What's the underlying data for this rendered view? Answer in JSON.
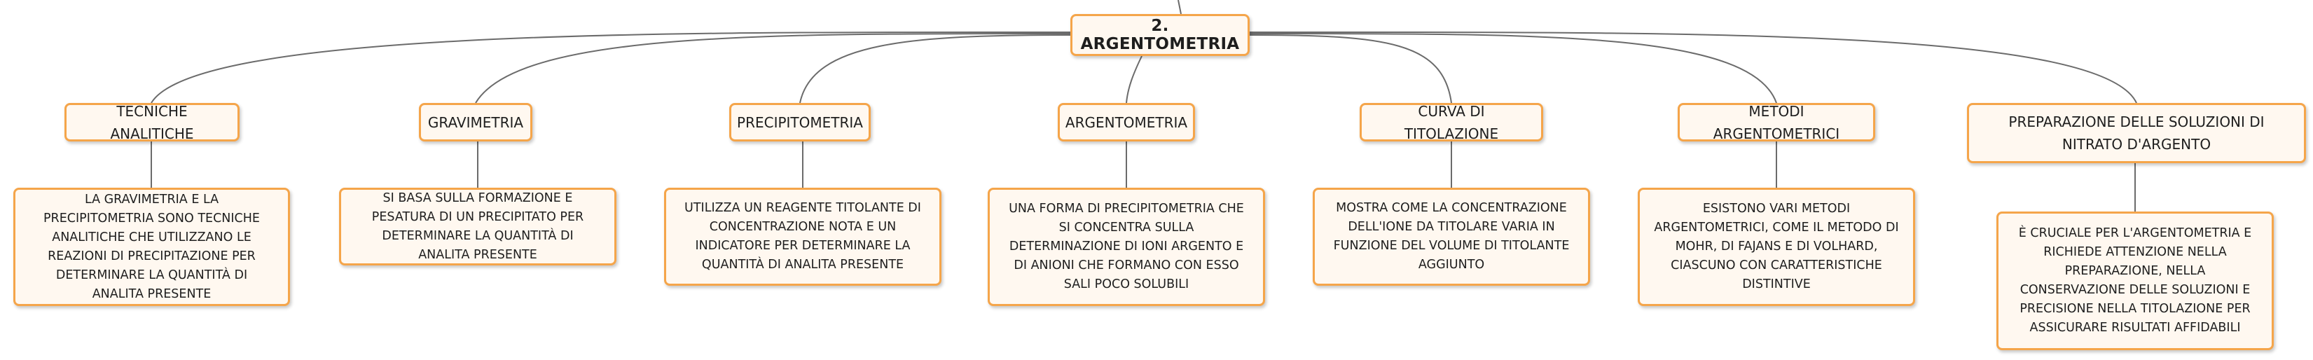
{
  "root": {
    "label": "2. ARGENTOMETRIA"
  },
  "branches": [
    {
      "topic": "TECNICHE ANALITICHE",
      "detail": "LA GRAVIMETRIA E LA PRECIPITOMETRIA SONO TECNICHE ANALITICHE CHE UTILIZZANO LE REAZIONI DI PRECIPITAZIONE PER DETERMINARE LA QUANTITÀ DI ANALITA PRESENTE"
    },
    {
      "topic": "GRAVIMETRIA",
      "detail": "SI BASA SULLA FORMAZIONE E PESATURA DI UN PRECIPITATO PER DETERMINARE LA QUANTITÀ DI ANALITA PRESENTE"
    },
    {
      "topic": "PRECIPITOMETRIA",
      "detail": "UTILIZZA UN REAGENTE TITOLANTE DI CONCENTRAZIONE NOTA E UN INDICATORE PER DETERMINARE LA QUANTITÀ DI ANALITA PRESENTE"
    },
    {
      "topic": "ARGENTOMETRIA",
      "detail": "UNA FORMA DI PRECIPITOMETRIA CHE SI CONCENTRA SULLA DETERMINAZIONE DI IONI ARGENTO E DI ANIONI CHE FORMANO CON ESSO SALI POCO SOLUBILI"
    },
    {
      "topic": "CURVA DI TITOLAZIONE",
      "detail": "MOSTRA COME LA CONCENTRAZIONE DELL'IONE DA TITOLARE VARIA IN FUNZIONE DEL VOLUME DI TITOLANTE AGGIUNTO"
    },
    {
      "topic": "METODI ARGENTOMETRICI",
      "detail": "ESISTONO VARI METODI ARGENTOMETRICI, COME IL METODO DI MOHR, DI FAJANS E DI VOLHARD, CIASCUNO CON CARATTERISTICHE DISTINTIVE"
    },
    {
      "topic": "PREPARAZIONE DELLE SOLUZIONI DI NITRATO D'ARGENTO",
      "detail": "È CRUCIALE PER L'ARGENTOMETRIA E RICHIEDE ATTENZIONE NELLA PREPARAZIONE, NELLA CONSERVAZIONE DELLE SOLUZIONI E PRECISIONE NELLA TITOLAZIONE PER ASSICURARE RISULTATI AFFIDABILI"
    }
  ],
  "colors": {
    "node_border": "#f5a54a",
    "node_fill": "#fff8f0",
    "connector": "#6b6b6b",
    "text": "#1e1e1e"
  }
}
